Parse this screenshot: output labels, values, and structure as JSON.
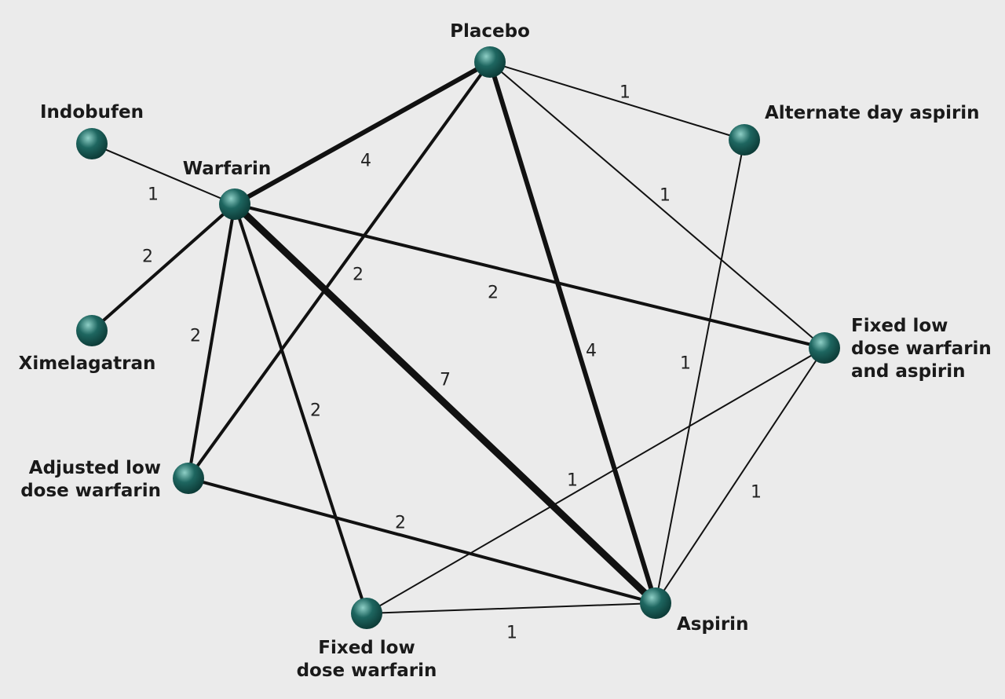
{
  "colors": {
    "background": "#ebebeb",
    "edge": "#111111",
    "node": "#1e6660",
    "node_highlight": "#8ecfc6"
  },
  "nodes": {
    "placebo": {
      "label": [
        "Placebo"
      ]
    },
    "alt_aspirin": {
      "label": [
        "Alternate day aspirin"
      ]
    },
    "indobufen": {
      "label": [
        "Indobufen"
      ]
    },
    "warfarin": {
      "label": [
        "Warfarin"
      ]
    },
    "ximelagatran": {
      "label": [
        "Ximelagatran"
      ]
    },
    "fixed_wa": {
      "label": [
        "Fixed low",
        "dose warfarin",
        "and aspirin"
      ]
    },
    "adjusted_low": {
      "label": [
        "Adjusted low",
        "dose warfarin"
      ]
    },
    "fixed_low_warf": {
      "label": [
        "Fixed low",
        "dose warfarin"
      ]
    },
    "aspirin": {
      "label": [
        "Aspirin"
      ]
    }
  },
  "edges": [
    {
      "from": "indobufen",
      "to": "warfarin",
      "trials": 1
    },
    {
      "from": "warfarin",
      "to": "placebo",
      "trials": 4
    },
    {
      "from": "warfarin",
      "to": "ximelagatran",
      "trials": 2
    },
    {
      "from": "warfarin",
      "to": "adjusted_low",
      "trials": 2
    },
    {
      "from": "warfarin",
      "to": "fixed_low_warf",
      "trials": 2
    },
    {
      "from": "warfarin",
      "to": "aspirin",
      "trials": 7
    },
    {
      "from": "warfarin",
      "to": "fixed_wa",
      "trials": 2
    },
    {
      "from": "placebo",
      "to": "alt_aspirin",
      "trials": 1
    },
    {
      "from": "placebo",
      "to": "fixed_wa",
      "trials": 1
    },
    {
      "from": "placebo",
      "to": "aspirin",
      "trials": 4
    },
    {
      "from": "placebo",
      "to": "adjusted_low",
      "trials": 2
    },
    {
      "from": "alt_aspirin",
      "to": "aspirin",
      "trials": 1
    },
    {
      "from": "fixed_wa",
      "to": "aspirin",
      "trials": 1
    },
    {
      "from": "fixed_wa",
      "to": "fixed_low_warf",
      "trials": 1
    },
    {
      "from": "adjusted_low",
      "to": "aspirin",
      "trials": 2
    },
    {
      "from": "fixed_low_warf",
      "to": "aspirin",
      "trials": 1
    }
  ]
}
